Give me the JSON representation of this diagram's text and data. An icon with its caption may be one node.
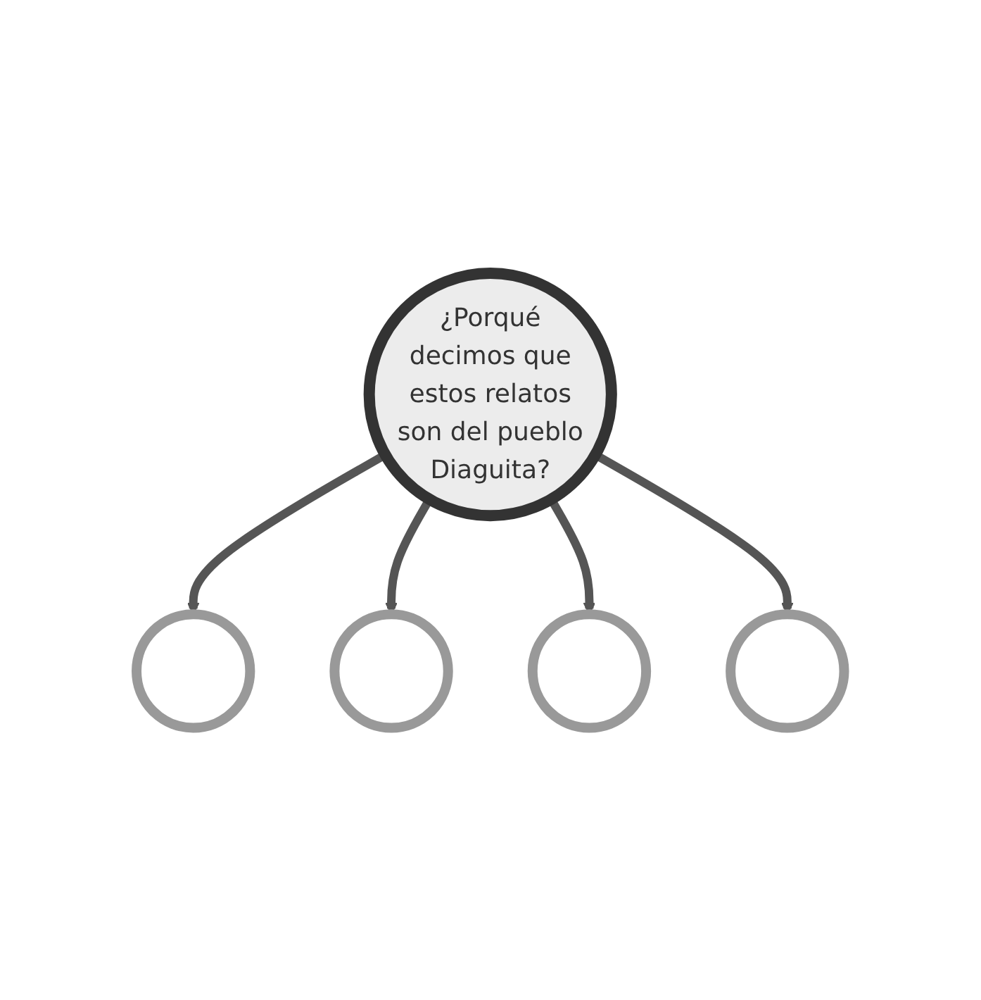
{
  "diagram": {
    "nodes": [
      {
        "text": [
          "¿Porqué decimos que estos relatos son del pueblo Diaguita?"
        ]
      },
      {
        "text": [],
        "shape": "circle"
      },
      {
        "text": [],
        "shape": "circle"
      },
      {
        "text": [],
        "shape": "circle"
      },
      {
        "text": [],
        "shape": "circle"
      }
    ],
    "edges": [
      {
        "from": 0,
        "to": 1,
        "arrow": "to"
      },
      {
        "from": 0,
        "to": 2,
        "arrow": "to"
      },
      {
        "from": 0,
        "to": 3,
        "arrow": "to"
      },
      {
        "from": 0,
        "to": 4,
        "arrow": "to"
      }
    ]
  }
}
